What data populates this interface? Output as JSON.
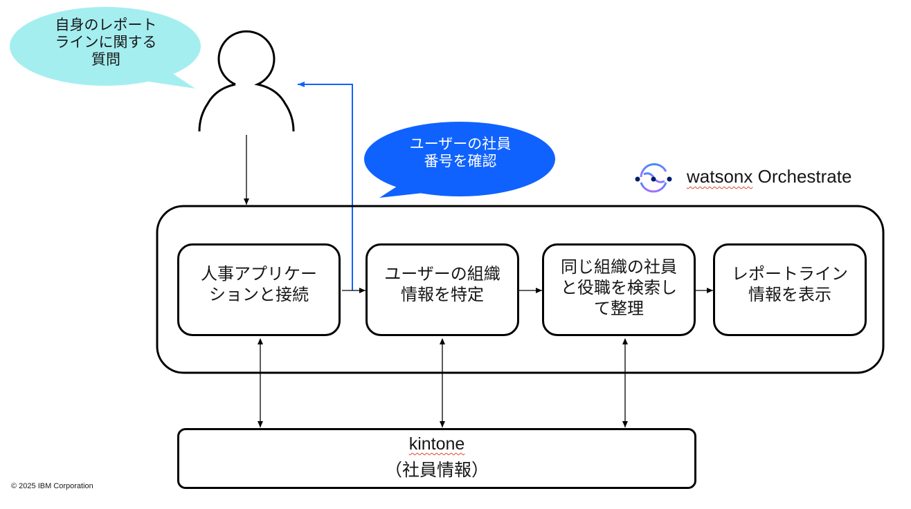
{
  "user_bubble": {
    "text": "自身のレポート\nラインに関する\n質問",
    "color": "#a5eef0"
  },
  "system_bubble": {
    "text": "ユーザーの社員\n番号を確認",
    "color": "#0f62fe"
  },
  "brand": {
    "name_part1": "watsonx",
    "name_part2": " Orchestrate"
  },
  "steps": [
    {
      "label": "人事アプリケー\nションと接続"
    },
    {
      "label": "ユーザーの組織\n情報を特定"
    },
    {
      "label": "同じ組織の社員\nと役職を検索し\nて整理"
    },
    {
      "label": "レポートライン\n情報を表示"
    }
  ],
  "datastore": {
    "name": "kintone",
    "subtitle": "（社員情報）"
  },
  "footer": {
    "copyright": "© 2025 IBM Corporation"
  },
  "colors": {
    "accent_blue": "#0f62fe",
    "line": "#000000"
  }
}
